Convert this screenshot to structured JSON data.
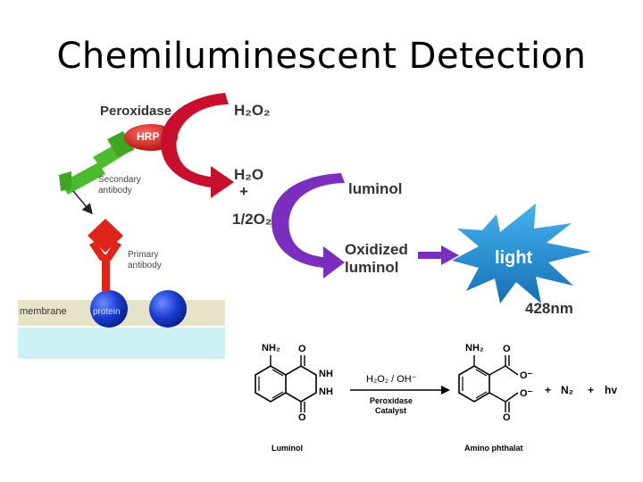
{
  "title": "Chemiluminescent Detection",
  "top_diagram": {
    "peroxidase": "Peroxidase",
    "hrp": "HRP",
    "h2o2": "H₂O₂",
    "h2o": "H₂O",
    "plus": "+",
    "half_o2": "1/2O₂",
    "luminol": "luminol",
    "oxidized_line1": "Oxidized",
    "oxidized_line2": "luminol",
    "light": "light",
    "wavelength": "428nm",
    "secondary_line1": "Secondary",
    "secondary_line2": "antibody",
    "primary_line1": "Primary",
    "primary_line2": "antibody",
    "membrane": "membrane",
    "protein": "protein"
  },
  "reaction": {
    "nh2_left": "NH₂",
    "o_top_left": "O",
    "o_bottom_left": "O",
    "nh_top": "NH",
    "nh_bottom": "NH",
    "reagent": "H₂O₂ / OH⁻",
    "catalyst_line1": "Peroxidase",
    "catalyst_line2": "Catalyst",
    "left_name": "Luminol",
    "nh2_right": "NH₂",
    "o_a": "O",
    "o_minus_a": "O⁻",
    "o_minus_b": "O⁻",
    "o_b": "O",
    "plus1": "+",
    "n2": "N₂",
    "plus2": "+",
    "hv": "hv",
    "right_name": "Amino phthalat"
  },
  "colors": {
    "red_arrow": "#c8102e",
    "purple_arrow": "#7b2fbe",
    "green_antibody": "#4dbb2f",
    "red_antibody": "#e0241b",
    "protein_blue": "#1a3fd6",
    "burst_blue": "#1f93d6",
    "membrane_band": "#e6e3c8",
    "membrane_lower": "#cdf0f5"
  }
}
